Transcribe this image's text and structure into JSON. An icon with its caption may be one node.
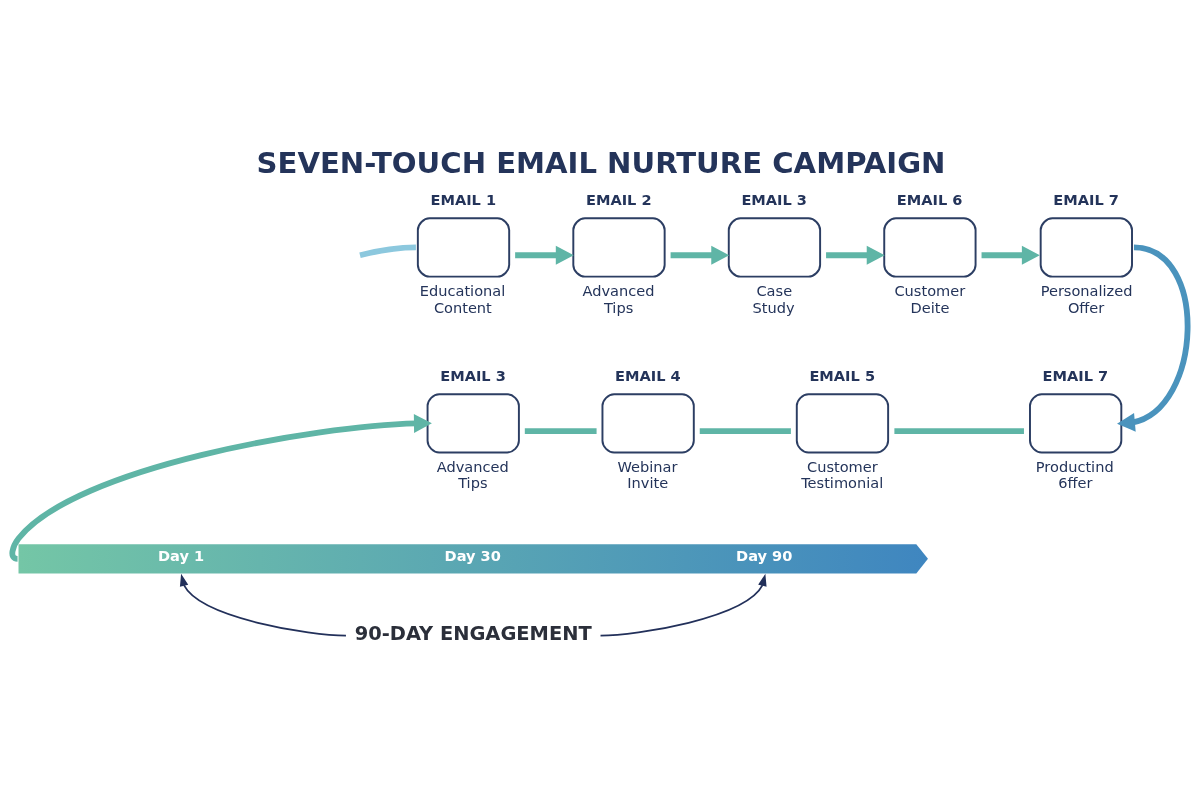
{
  "diagram": {
    "title": "SEVEN-TOUCH EMAIL NURTURE CAMPAIGN",
    "nodes": [
      {
        "text": [
          "EMAIL 1",
          "Educational Content"
        ]
      },
      {
        "text": [
          "EMAIL 2",
          "Advanced Tips"
        ]
      },
      {
        "text": [
          "EMAIL 3",
          "Case Study"
        ]
      },
      {
        "text": [
          "EMAIL 6",
          "Customer Deite"
        ]
      },
      {
        "text": [
          "EMAIL 7",
          "Personalized Offer"
        ]
      },
      {
        "text": [
          "EMAIL 3",
          "Advanced Tips"
        ]
      },
      {
        "text": [
          "EMAIL 4",
          "Webinar Invite"
        ]
      },
      {
        "text": [
          "EMAIL 5",
          "Customer Testimonial"
        ]
      },
      {
        "text": [
          "EMAIL 7",
          "Productind 6ffer"
        ]
      },
      {
        "text": [
          "Day 1",
          "Day 30",
          "Day 90"
        ]
      },
      {
        "text": [
          "90-DAY ENGAGEMENT"
        ]
      }
    ],
    "edges": [
      {
        "from": null,
        "to": 0,
        "arrow": "none",
        "color": "#8cc8de"
      },
      {
        "from": 0,
        "to": 1,
        "arrow": "to"
      },
      {
        "from": 1,
        "to": 2,
        "arrow": "to"
      },
      {
        "from": 2,
        "to": 3,
        "arrow": "to"
      },
      {
        "from": 3,
        "to": 4,
        "arrow": "to"
      },
      {
        "from": 4,
        "to": 8,
        "arrow": "to",
        "color": "#4a93bd"
      },
      {
        "from": 5,
        "to": 6,
        "arrow": "none"
      },
      {
        "from": 6,
        "to": 7,
        "arrow": "none"
      },
      {
        "from": 7,
        "to": 8,
        "arrow": "none"
      },
      {
        "from": 9,
        "to": 5,
        "arrow": "to"
      },
      {
        "from": 10,
        "to": 9,
        "arrow": "to",
        "color": "#22305a"
      },
      {
        "from": 10,
        "to": 9,
        "arrow": "to",
        "color": "#22305a"
      }
    ]
  }
}
